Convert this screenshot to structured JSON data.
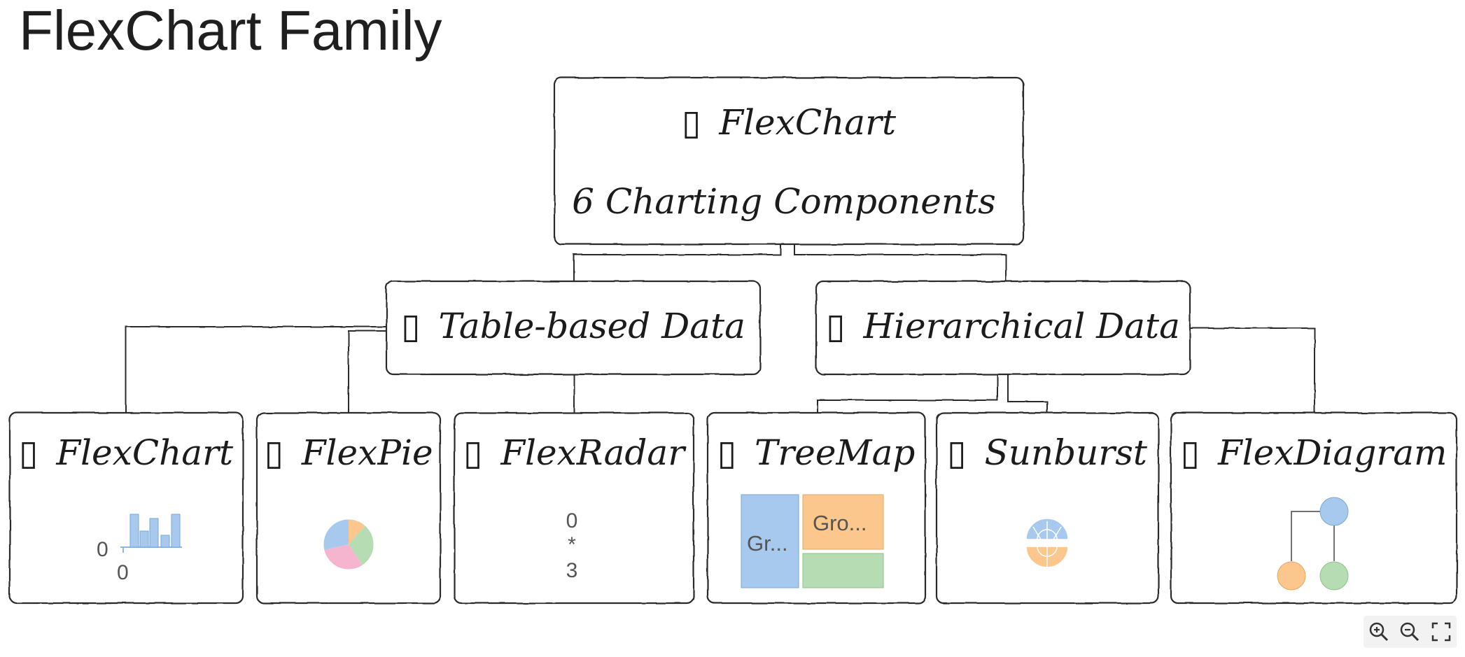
{
  "title": "FlexChart Family",
  "root": {
    "icon": "▯",
    "line1": "FlexChart",
    "line2": "6 Charting Components"
  },
  "categories": [
    {
      "icon": "▯",
      "label": "Table-based Data"
    },
    {
      "icon": "▯",
      "label": "Hierarchical Data"
    }
  ],
  "components": [
    {
      "icon": "▯",
      "label": "FlexChart",
      "preview": "bar-chart"
    },
    {
      "icon": "▯",
      "label": "FlexPie",
      "preview": "pie-chart"
    },
    {
      "icon": "▯",
      "label": "FlexRadar",
      "preview": "radar-chart"
    },
    {
      "icon": "▯",
      "label": "TreeMap",
      "preview": "treemap"
    },
    {
      "icon": "▯",
      "label": "Sunburst",
      "preview": "sunburst"
    },
    {
      "icon": "▯",
      "label": "FlexDiagram",
      "preview": "diagram"
    }
  ],
  "previews": {
    "flexchart": {
      "y_tick": "0",
      "x_tick": "0"
    },
    "flexradar": {
      "top": "0",
      "mid": "*",
      "bottom": "3"
    },
    "treemap": {
      "left_label": "Gr...",
      "right_label": "Gro..."
    }
  },
  "colors": {
    "blue": "#a7c9ee",
    "orange": "#fbc78c",
    "green": "#b5dcb2",
    "pink": "#f6b5cf",
    "line": "#2a2a2a"
  },
  "toolbar": {
    "zoom_in": "zoom-in-icon",
    "zoom_out": "zoom-out-icon",
    "fullscreen": "fullscreen-icon"
  }
}
